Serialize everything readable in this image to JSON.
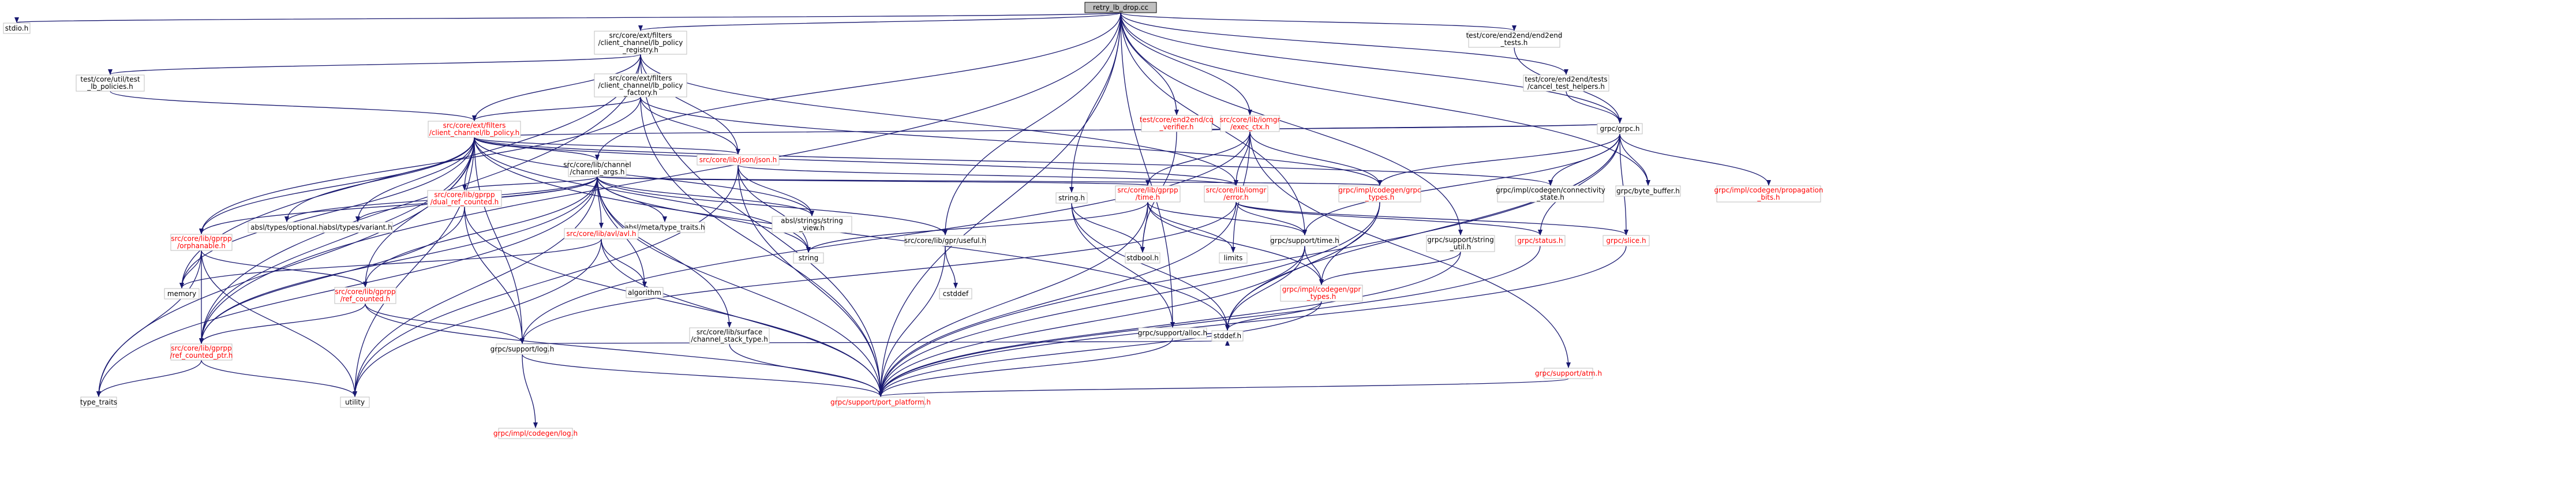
{
  "graph": {
    "title": "Dependency graph for retry_lb_drop.cc",
    "colors": {
      "edge": "#191970",
      "box_border": "#bfbfbf",
      "text_normal": "#000000",
      "text_missing": "#ff0000",
      "root_fill": "#bfbfbf"
    },
    "nodes": {
      "n_root": {
        "lines": [
          "retry_lb_drop.cc"
        ]
      },
      "n_stdio": {
        "lines": [
          "stdio.h"
        ]
      },
      "n_lbreg": {
        "lines": [
          "src/core/ext/filters",
          "/client_channel/lb_policy",
          "_registry.h"
        ]
      },
      "n_e2e": {
        "lines": [
          "test/core/end2end/end2end",
          "_tests.h"
        ]
      },
      "n_cancel": {
        "lines": [
          "test/core/end2end/tests",
          "/cancel_test_helpers.h"
        ]
      },
      "n_testutil": {
        "lines": [
          "test/core/util/test",
          "_lb_policies.h"
        ]
      },
      "n_lbfactory": {
        "lines": [
          "src/core/ext/filters",
          "/client_channel/lb_policy",
          "_factory.h"
        ]
      },
      "n_cqver": {
        "lines": [
          "test/core/end2end/cq",
          "_verifier.h"
        ]
      },
      "n_execctx": {
        "lines": [
          "src/core/lib/iomgr",
          "/exec_ctx.h"
        ]
      },
      "n_grpch": {
        "lines": [
          "grpc/grpc.h"
        ]
      },
      "n_lbpolicy": {
        "lines": [
          "src/core/ext/filters",
          "/client_channel/lb_policy.h"
        ]
      },
      "n_json": {
        "lines": [
          "src/core/lib/json/json.h"
        ]
      },
      "n_chargs": {
        "lines": [
          "src/core/lib/channel",
          "/channel_args.h"
        ]
      },
      "n_abslopt": {
        "lines": [
          "absl/types/optional.h"
        ]
      },
      "n_abslvar": {
        "lines": [
          "absl/types/variant.h"
        ]
      },
      "n_dualref": {
        "lines": [
          "src/core/lib/gprpp",
          "/dual_ref_counted.h"
        ]
      },
      "n_abslmeta": {
        "lines": [
          "absl/meta/type_traits.h"
        ]
      },
      "n_abslstr": {
        "lines": [
          "absl/strings/string",
          "_view.h"
        ]
      },
      "n_strh": {
        "lines": [
          "string.h"
        ]
      },
      "n_gtime": {
        "lines": [
          "src/core/lib/gprpp",
          "/time.h"
        ]
      },
      "n_iomgrerr": {
        "lines": [
          "src/core/lib/iomgr",
          "/error.h"
        ]
      },
      "n_grpctypes": {
        "lines": [
          "grpc/impl/codegen/grpc",
          "_types.h"
        ]
      },
      "n_connstate": {
        "lines": [
          "grpc/impl/codegen/connectivity",
          "_state.h"
        ]
      },
      "n_bytebuf": {
        "lines": [
          "grpc/byte_buffer.h"
        ]
      },
      "n_propbits": {
        "lines": [
          "grpc/impl/codegen/propagation",
          "_bits.h"
        ]
      },
      "n_orphan": {
        "lines": [
          "src/core/lib/gprpp",
          "/orphanable.h"
        ]
      },
      "n_avl": {
        "lines": [
          "src/core/lib/avl/avl.h"
        ]
      },
      "n_useful": {
        "lines": [
          "src/core/lib/gpr/useful.h"
        ]
      },
      "n_string": {
        "lines": [
          "string"
        ]
      },
      "n_stdbool": {
        "lines": [
          "stdbool.h"
        ]
      },
      "n_limits": {
        "lines": [
          "limits"
        ]
      },
      "n_suptime": {
        "lines": [
          "grpc/support/time.h"
        ]
      },
      "n_strutil": {
        "lines": [
          "grpc/support/string",
          "_util.h"
        ]
      },
      "n_status": {
        "lines": [
          "grpc/status.h"
        ]
      },
      "n_slice": {
        "lines": [
          "grpc/slice.h"
        ]
      },
      "n_memory": {
        "lines": [
          "memory"
        ]
      },
      "n_refcnt": {
        "lines": [
          "src/core/lib/gprpp",
          "/ref_counted.h"
        ]
      },
      "n_algo": {
        "lines": [
          "algorithm"
        ]
      },
      "n_cstddef": {
        "lines": [
          "cstddef"
        ]
      },
      "n_gprtypes": {
        "lines": [
          "grpc/impl/codegen/gpr",
          "_types.h"
        ]
      },
      "n_alloc": {
        "lines": [
          "grpc/support/alloc.h"
        ]
      },
      "n_stddef": {
        "lines": [
          "stddef.h"
        ]
      },
      "n_refptr": {
        "lines": [
          "src/core/lib/gprpp",
          "/ref_counted_ptr.h"
        ]
      },
      "n_log": {
        "lines": [
          "grpc/support/log.h"
        ]
      },
      "n_surface": {
        "lines": [
          "src/core/lib/surface",
          "/channel_stack_type.h"
        ]
      },
      "n_atm": {
        "lines": [
          "grpc/support/atm.h"
        ]
      },
      "n_typetraits": {
        "lines": [
          "type_traits"
        ]
      },
      "n_utility": {
        "lines": [
          "utility"
        ]
      },
      "n_portplat": {
        "lines": [
          "grpc/support/port_platform.h"
        ]
      },
      "n_logcg": {
        "lines": [
          "grpc/impl/codegen/log.h"
        ]
      }
    }
  }
}
